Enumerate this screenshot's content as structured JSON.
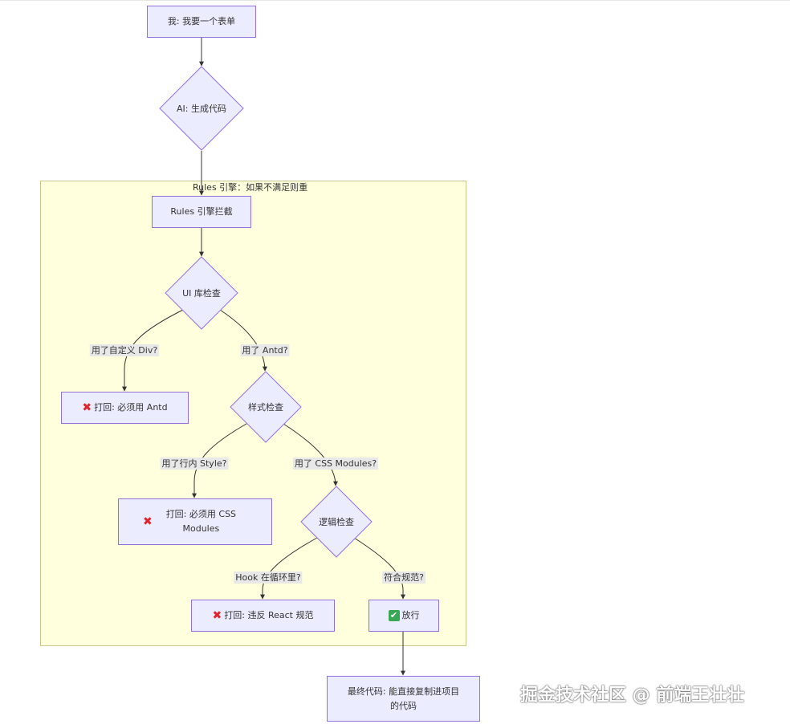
{
  "diagram": {
    "cluster_title": "Rules 引擎：如果不满足则重写",
    "nodes": {
      "start": "我: 我要一个表单",
      "ai": "AI: 生成代码",
      "rules": "Rules 引擎拦截",
      "ui_check": "UI 库检查",
      "reject_div": "打回: 必须用 Antd",
      "style_check": "样式检查",
      "reject_style": "打回: 必须用 CSS Modules",
      "logic_check": "逻辑检查",
      "reject_hook": "打回: 违反 React 规范",
      "pass": "放行",
      "final": "最终代码: 能直接复制进项目的代码"
    },
    "edges": {
      "custom_div": "用了自定义 Div?",
      "antd": "用了 Antd?",
      "inline_style": "用了行内 Style?",
      "css_modules": "用了 CSS Modules?",
      "hook_loop": "Hook 在循环里?",
      "compliant": "符合规范?"
    },
    "icons": {
      "reject": "cross-mark-icon",
      "pass": "check-mark-icon"
    },
    "colors": {
      "node_fill": "#ececff",
      "node_border": "#9370db",
      "cluster_fill": "#ffffde",
      "edge": "#333333",
      "reject": "#e0242c",
      "pass": "#3aa757"
    }
  },
  "watermark": "掘金技术社区 @ 前端王壮壮"
}
